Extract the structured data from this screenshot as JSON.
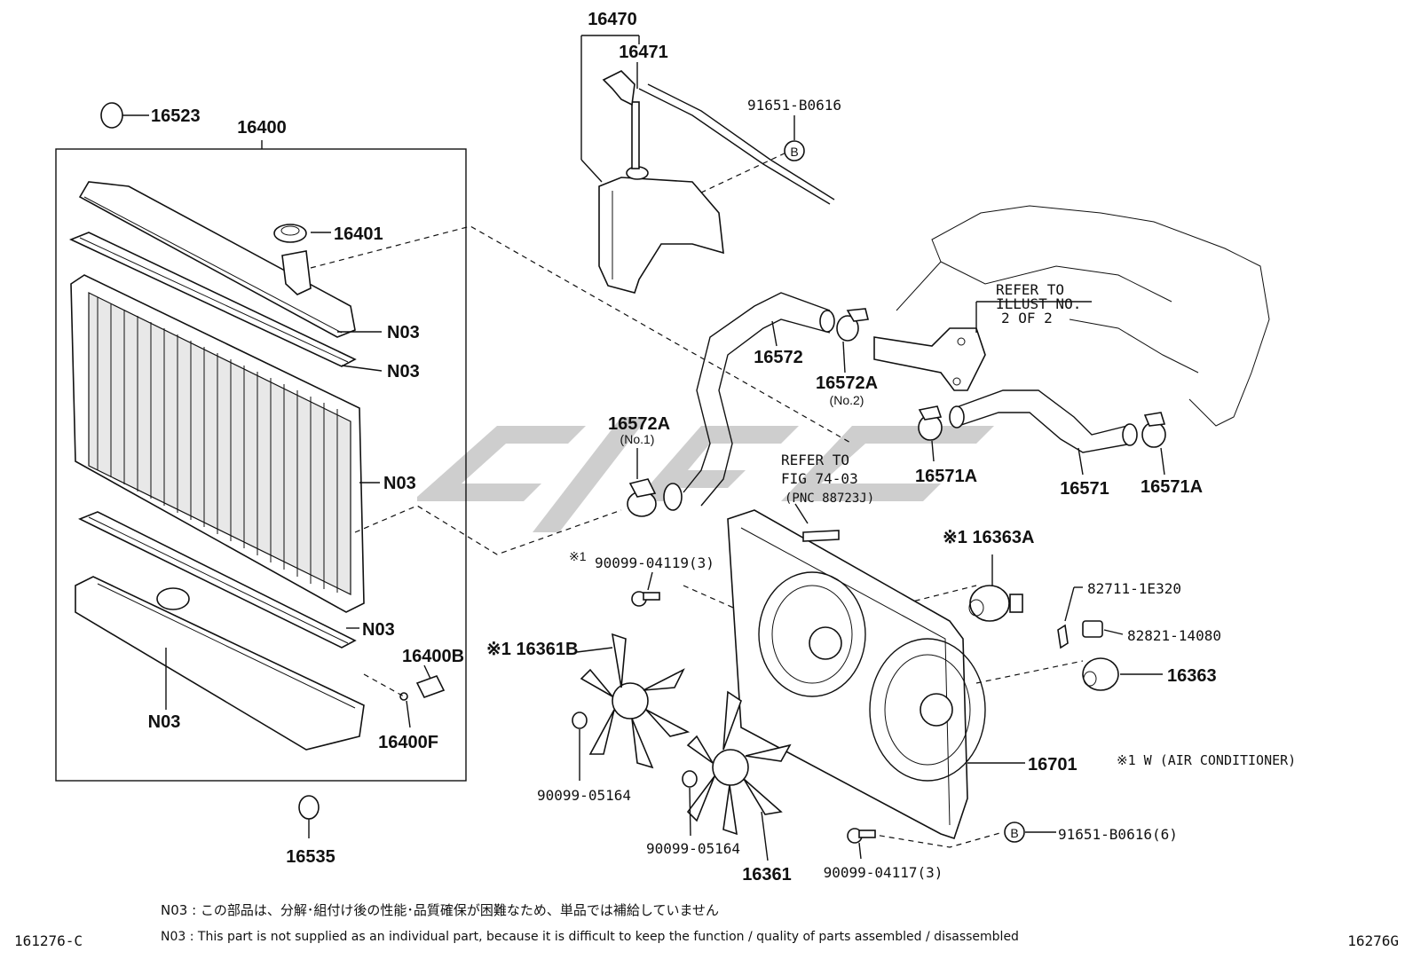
{
  "labels": {
    "p16470": "16470",
    "p16471": "16471",
    "p91651_b0616": "91651-B0616",
    "p16523": "16523",
    "p16400": "16400",
    "p16401": "16401",
    "n03_a": "N03",
    "n03_b": "N03",
    "n03_c": "N03",
    "n03_d": "N03",
    "n03_e": "N03",
    "p16400b": "16400B",
    "p16400f": "16400F",
    "p16535": "16535",
    "p16572": "16572",
    "p16572a_no2": "16572A",
    "no2": "(No.2)",
    "p16572a_no1": "16572A",
    "no1": "(No.1)",
    "refer_illust": [
      "REFER TO",
      "ILLUST NO.",
      "2 OF 2"
    ],
    "refer_fig": [
      "REFER TO",
      "FIG 74-03",
      "(PNC 88723J)"
    ],
    "p16571a_1": "16571A",
    "p16571": "16571",
    "p16571a_2": "16571A",
    "p16363a": "※1 16363A",
    "p82711": "82711-1E320",
    "p82821": "82821-14080",
    "p16363": "16363",
    "p90099_04119": "90099-04119(3)",
    "star1_a": "※1",
    "p16361b": "※1 16361B",
    "p90099_05164_a": "90099-05164",
    "p90099_05164_b": "90099-05164",
    "p16361": "16361",
    "p90099_04117": "90099-04117(3)",
    "p16701": "16701",
    "p91651_b0616_6": "91651-B0616(6)",
    "air_cond_note": "※1 W (AIR CONDITIONER)",
    "circle_b": "B"
  },
  "footer": {
    "jp_note": "N03 : この部品は、分解･組付け後の性能･品質確保が困難なため、単品では補給していません",
    "en_note": "N03 : This part is not supplied as an individual part, because it is difficult to keep the function / quality of parts assembled / disassembled",
    "left_code": "161276-C",
    "right_code": "16276G"
  }
}
